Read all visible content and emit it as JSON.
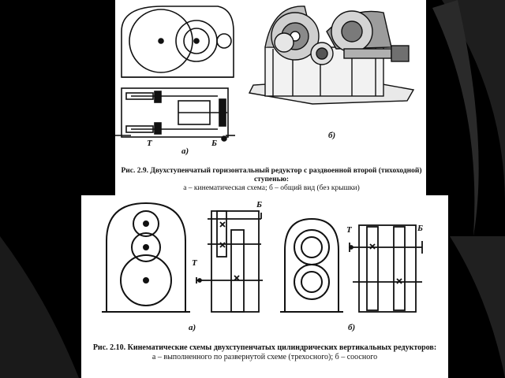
{
  "slide": {
    "background_color": "#000000",
    "panel_color": "#ffffff",
    "ink_color": "#111111"
  },
  "figure_2_9": {
    "caption_title": "Рис. 2.9. Двухступенчатый горизонтальный редуктор с раздвоенной второй (тихоходной) ступенью:",
    "caption_legend": "а – кинематическая схема; б – общий вид (без крышки)",
    "label_a": "а)",
    "label_b": "б)",
    "marker_t": "Т",
    "marker_b": "Б"
  },
  "figure_2_10": {
    "caption_title": "Рис. 2.10. Кинематические схемы двухступенчатых цилиндрических вертикальных редукторов:",
    "caption_legend": "а – выполненного по развернутой схеме (трехосного); б – соосного",
    "label_a": "а)",
    "label_b": "б)",
    "marker_t_a": "Т",
    "marker_b_a": "Б",
    "marker_t_b": "Т",
    "marker_b_b": "Б"
  }
}
